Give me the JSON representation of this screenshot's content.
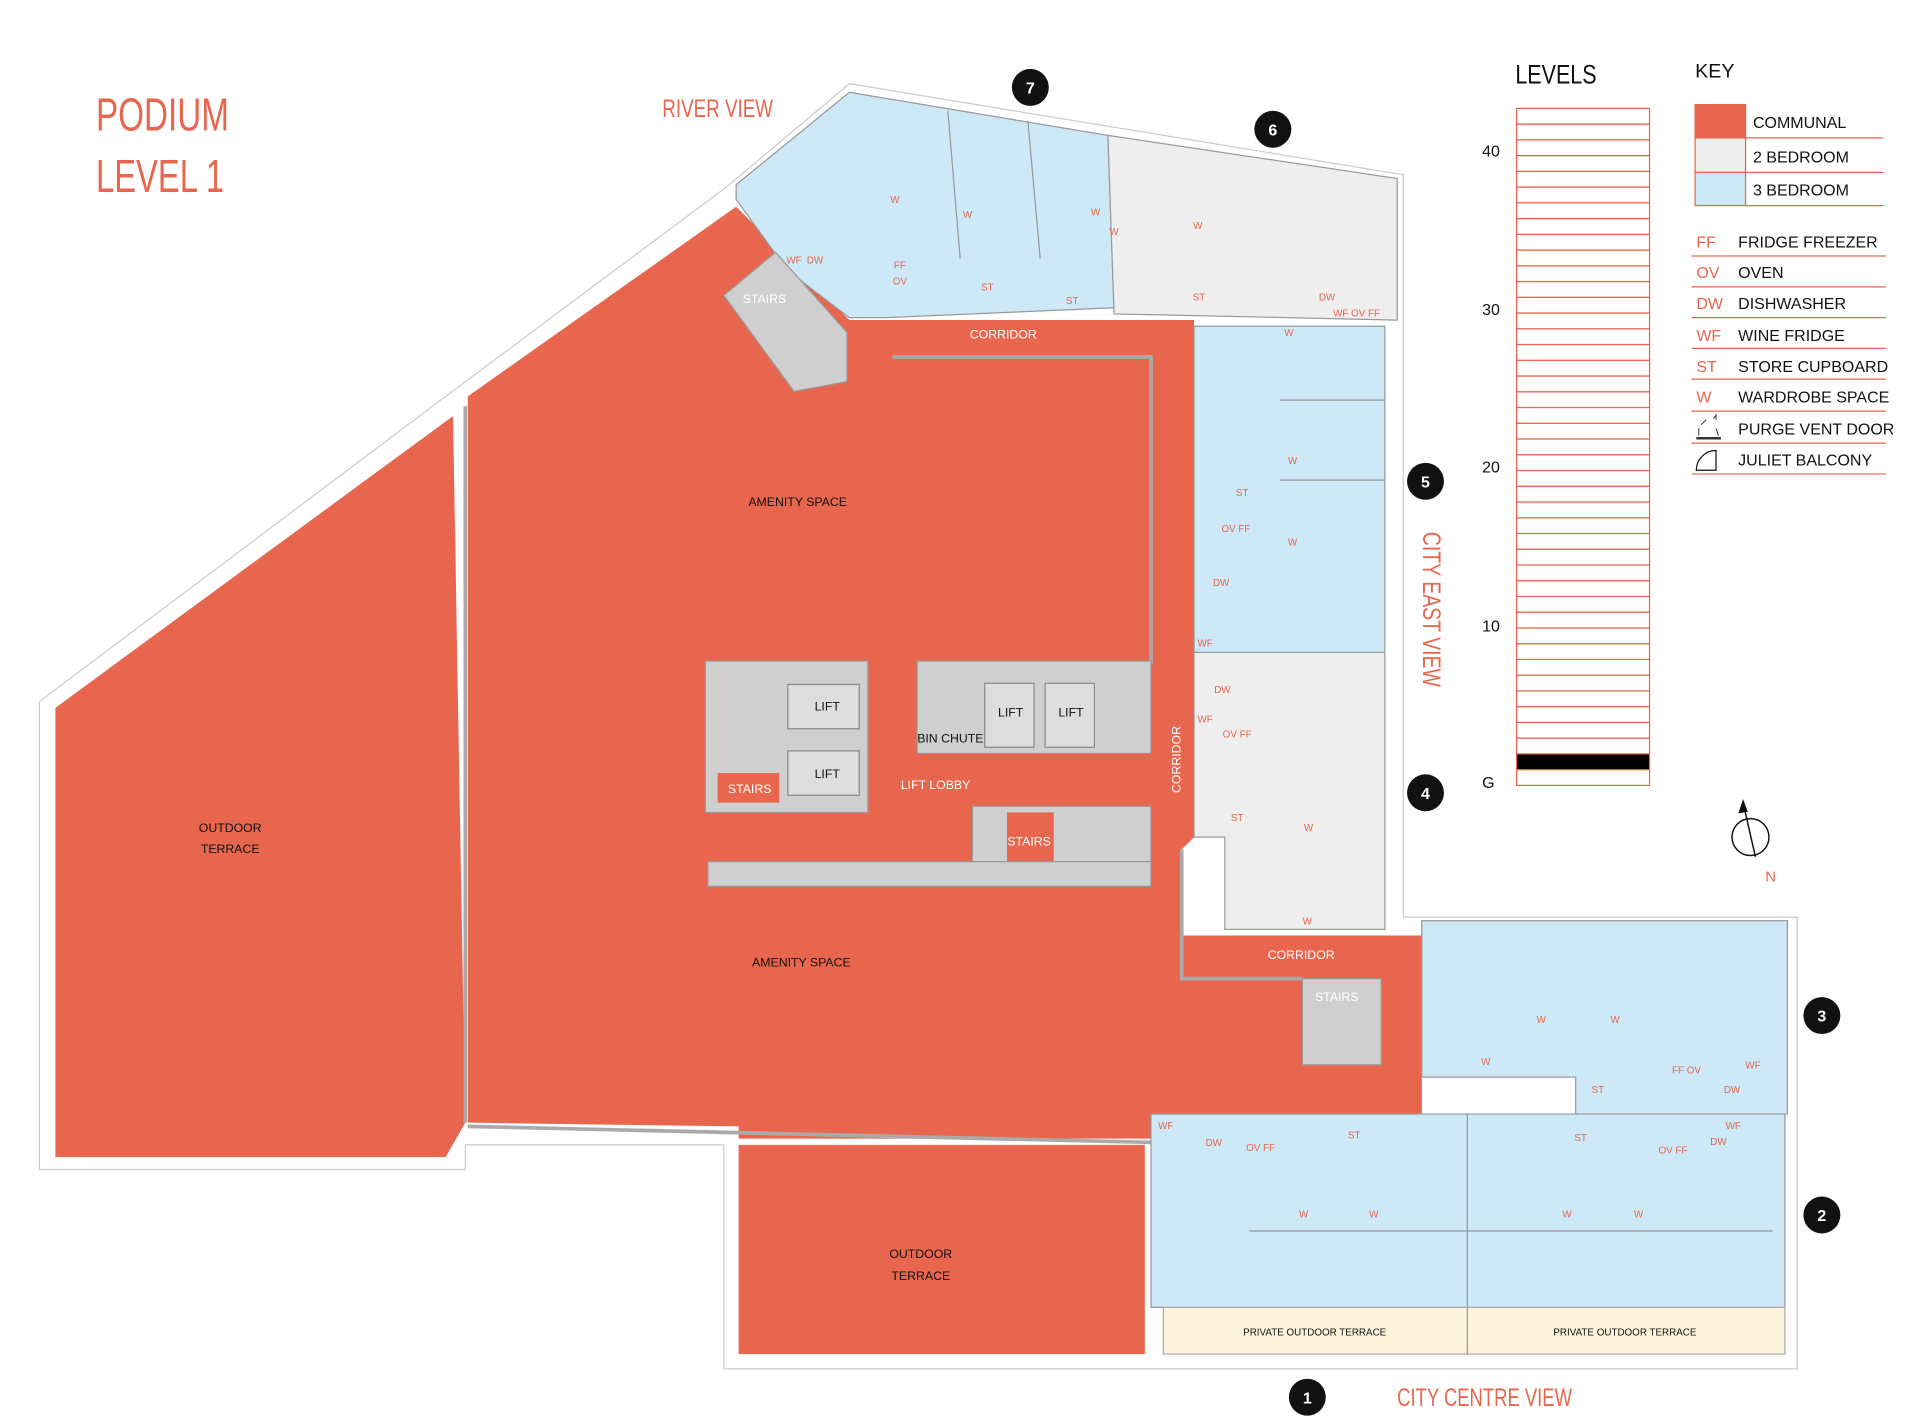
{
  "title": {
    "line1": "PODIUM",
    "line2": "LEVEL 1"
  },
  "views": {
    "river": "RIVER VIEW",
    "city_east": "CITY EAST VIEW",
    "city_centre": "CITY CENTRE VIEW"
  },
  "colors": {
    "communal": "#e8664d",
    "two_bed": "#eeeeee",
    "three_bed": "#cde8f6",
    "terrace_private": "#fdf3dc",
    "core": "#cfcfcf"
  },
  "rooms": {
    "amenity_1": "AMENITY SPACE",
    "amenity_2": "AMENITY SPACE",
    "outdoor_terrace_1": [
      "OUTDOOR",
      "TERRACE"
    ],
    "outdoor_terrace_2": [
      "OUTDOOR",
      "TERRACE"
    ],
    "corridor_1": "CORRIDOR",
    "corridor_2": "CORRIDOR",
    "corridor_3": "CORRIDOR",
    "lift_1": "LIFT",
    "lift_2": "LIFT",
    "lift_3": "LIFT",
    "lift_4": "LIFT",
    "bin_chute": "BIN CHUTE",
    "lift_lobby": "LIFT LOBBY",
    "stairs_1": "STAIRS",
    "stairs_2": "STAIRS",
    "stairs_3": "STAIRS",
    "stairs_4": "STAIRS",
    "private_terrace_1": "PRIVATE OUTDOOR TERRACE",
    "private_terrace_2": "PRIVATE OUTDOOR TERRACE"
  },
  "markers": [
    "1",
    "2",
    "3",
    "4",
    "5",
    "6",
    "7"
  ],
  "annotations": [
    "W",
    "W",
    "W",
    "W",
    "W",
    "W",
    "W",
    "W",
    "W",
    "W",
    "W",
    "W",
    "W",
    "W",
    "W",
    "W",
    "W",
    "ST",
    "ST",
    "ST",
    "ST",
    "ST",
    "ST",
    "ST",
    "ST",
    "FF",
    "OV",
    "WF",
    "DW",
    "DW",
    "OV FF",
    "OV FF",
    "DW",
    "WF",
    "DW",
    "WF OV FF",
    "WF",
    "DW",
    "OV FF",
    "DW",
    "WF",
    "OV FF",
    "DW",
    "WF",
    "DW",
    "FF OV",
    "WF"
  ],
  "levels": {
    "title": "LEVELS",
    "count": 43,
    "current_level_index": 1,
    "tick_labels": [
      "40",
      "30",
      "20",
      "10",
      "G"
    ]
  },
  "key": {
    "title": "KEY",
    "swatches": [
      {
        "label": "COMMUNAL",
        "color": "#e8664d"
      },
      {
        "label": "2 BEDROOM",
        "color": "#eeeeee"
      },
      {
        "label": "3 BEDROOM",
        "color": "#cde8f6"
      }
    ],
    "abbreviations": [
      {
        "abbr": "FF",
        "label": "FRIDGE FREEZER"
      },
      {
        "abbr": "OV",
        "label": "OVEN"
      },
      {
        "abbr": "DW",
        "label": "DISHWASHER"
      },
      {
        "abbr": "WF",
        "label": "WINE FRIDGE"
      },
      {
        "abbr": "ST",
        "label": "STORE CUPBOARD"
      },
      {
        "abbr": "W",
        "label": "WARDROBE SPACE"
      },
      {
        "abbr": "purge-vent-door-icon",
        "label": "PURGE VENT DOOR"
      },
      {
        "abbr": "juliet-balcony-icon",
        "label": "JULIET BALCONY"
      }
    ]
  },
  "compass": {
    "label": "N"
  }
}
